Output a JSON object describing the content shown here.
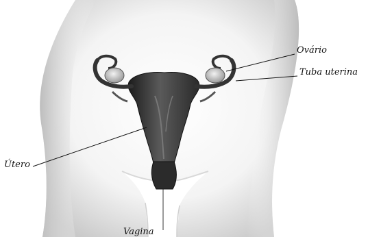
{
  "labels": {
    "ovary": "Ovário",
    "fallopian_tube": "Tuba uterina",
    "uterus": "Útero",
    "vagina": "Vagina"
  }
}
